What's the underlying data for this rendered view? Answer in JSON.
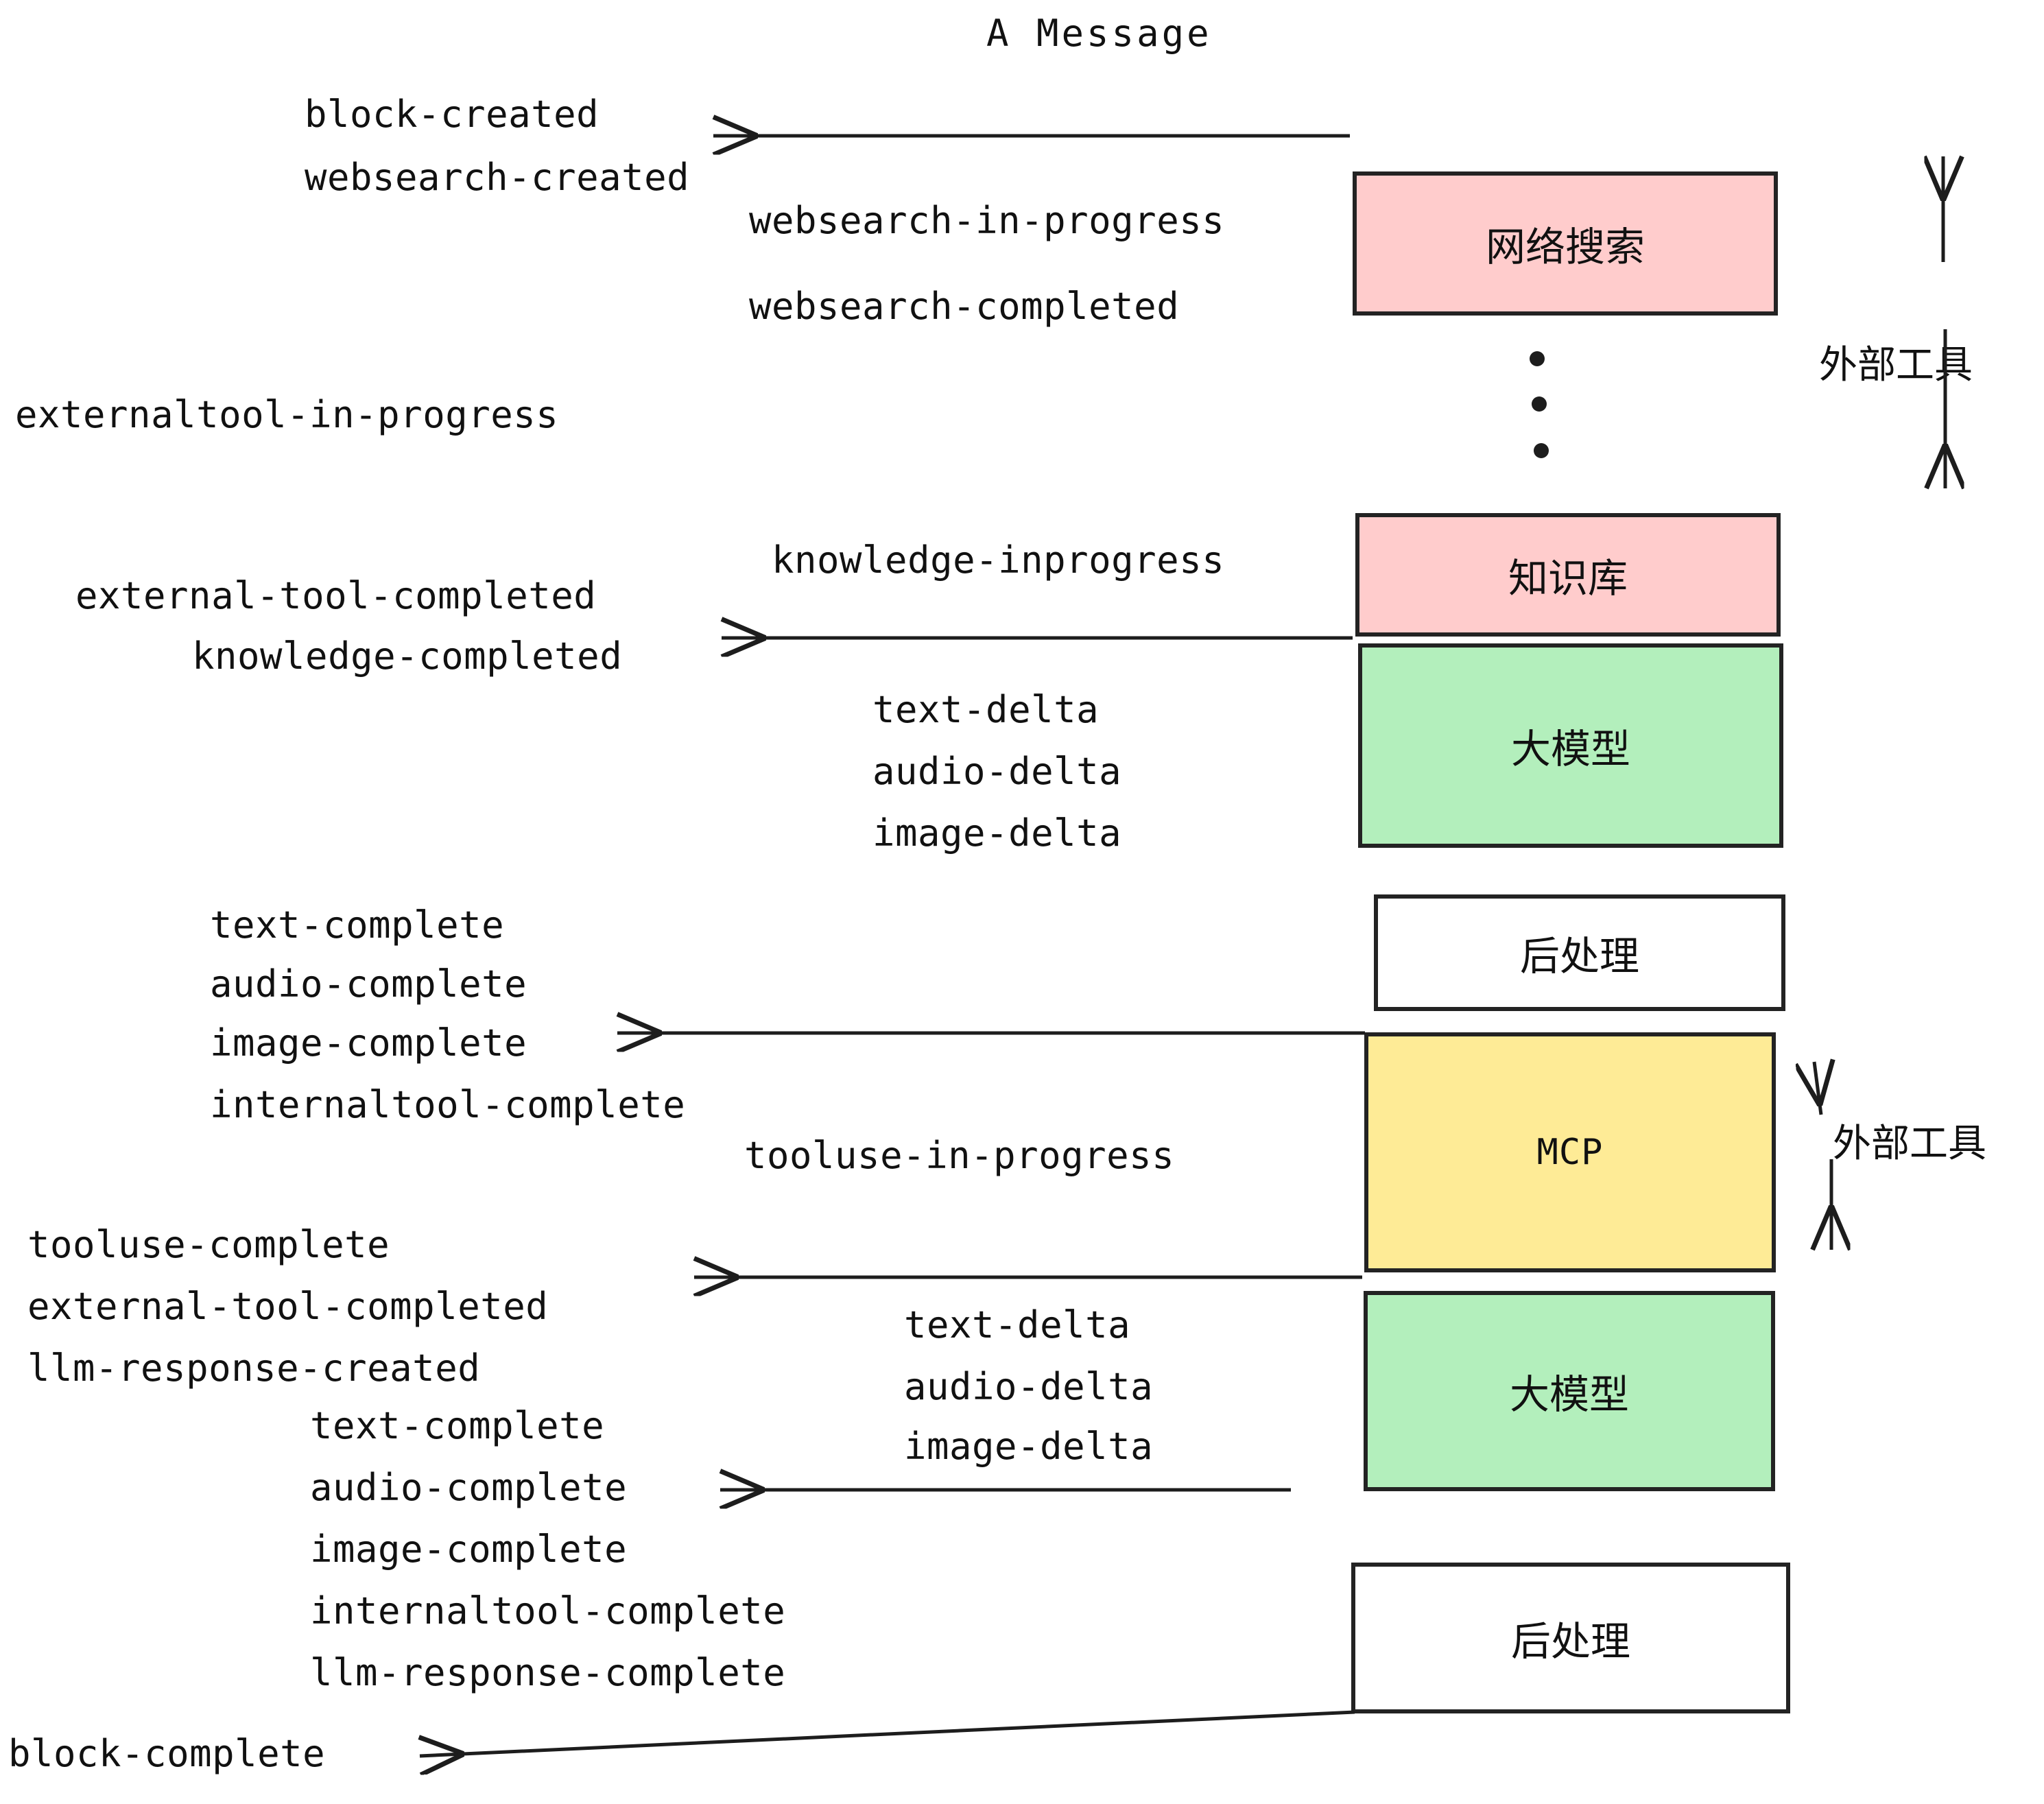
{
  "title": "A Message",
  "events": {
    "block_created": "block-created",
    "websearch_created": "websearch-created",
    "websearch_in_progress": "websearch-in-progress",
    "websearch_completed": "websearch-completed",
    "externaltool_in_progress": "externaltool-in-progress",
    "knowledge_inprogress": "knowledge-inprogress",
    "external_tool_completed_1": "external-tool-completed",
    "knowledge_completed": "knowledge-completed",
    "text_delta_1": "text-delta",
    "audio_delta_1": "audio-delta",
    "image_delta_1": "image-delta",
    "text_complete_1": "text-complete",
    "audio_complete_1": "audio-complete",
    "image_complete_1": "image-complete",
    "internaltool_complete_1": "internaltool-complete",
    "tooluse_in_progress": "tooluse-in-progress",
    "tooluse_complete": "tooluse-complete",
    "external_tool_completed_2": "external-tool-completed",
    "llm_response_created": "llm-response-created",
    "text_delta_2": "text-delta",
    "audio_delta_2": "audio-delta",
    "image_delta_2": "image-delta",
    "text_complete_2": "text-complete",
    "audio_complete_2": "audio-complete",
    "image_complete_2": "image-complete",
    "internaltool_complete_2": "internaltool-complete",
    "llm_response_complete": "llm-response-complete",
    "block_complete": "block-complete"
  },
  "boxes": {
    "websearch": "网络搜索",
    "knowledge": "知识库",
    "llm_1": "大模型",
    "postprocess_1": "后处理",
    "mcp": "MCP",
    "llm_2": "大模型",
    "postprocess_2": "后处理"
  },
  "annotations": {
    "external_tools_top": "外部工具",
    "external_tools_bottom": "外部工具"
  },
  "colors": {
    "pink": "#FFCCCC",
    "green": "#B3EFBC",
    "yellow": "#FEEB96",
    "white": "#FFFFFF",
    "stroke": "#232323",
    "text": "#111111"
  }
}
